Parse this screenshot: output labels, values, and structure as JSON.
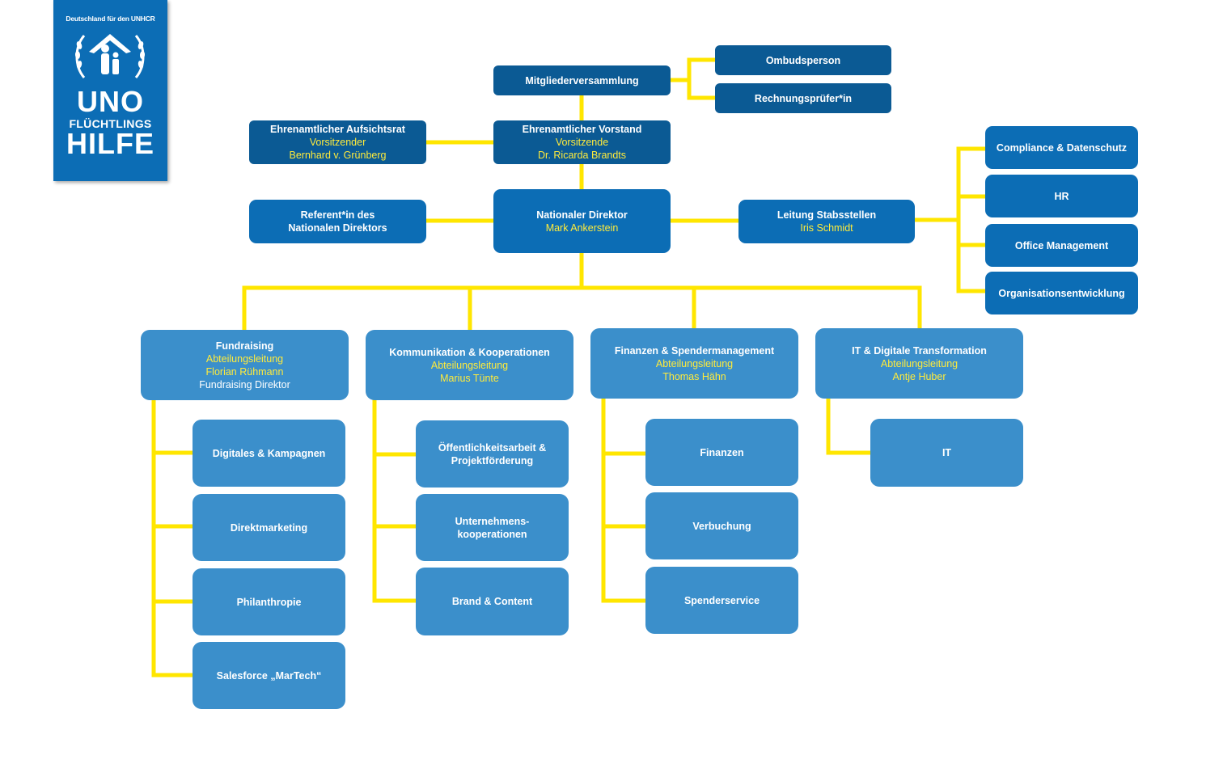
{
  "logo": {
    "tagline": "Deutschland für den UNHCR",
    "line1": "UNO",
    "line2": "FLÜCHTLINGS",
    "line3": "HILFE"
  },
  "colors": {
    "connector": "#FFE600",
    "dark_box": "#0B5A94",
    "mid_box": "#0C6DB5",
    "light_box": "#3B8FCB",
    "highlight_text": "#FFEB3B"
  },
  "governance": {
    "assembly": "Mitgliederversammlung",
    "ombuds": "Ombudsperson",
    "auditor": "Rechnungsprüfer*in",
    "board": {
      "title": "Ehrenamtlicher  Vorstand",
      "role": "Vorsitzende",
      "name": "Dr. Ricarda  Brandts"
    },
    "supervisory": {
      "title": "Ehrenamtlicher  Aufsichtsrat",
      "role": "Vorsitzender",
      "name": "Bernhard  v. Grünberg"
    }
  },
  "director": {
    "title": "Nationaler  Direktor",
    "name": "Mark Ankerstein"
  },
  "referent": {
    "line1": "Referent*in des",
    "line2": "Nationalen  Direktors"
  },
  "staff": {
    "head": {
      "title": "Leitung  Stabsstellen",
      "name": "Iris Schmidt"
    },
    "units": [
      "Compliance  & Datenschutz",
      "HR",
      "Office Management",
      "Organisationsentwicklung"
    ]
  },
  "departments": [
    {
      "title": "Fundraising",
      "role": "Abteilungsleitung",
      "name": "Florian  Rühmann",
      "extra": "Fundraising  Direktor",
      "units": [
        "Digitales & Kampagnen",
        "Direktmarketing",
        "Philanthropie",
        "Salesforce „MarTech“"
      ]
    },
    {
      "title": "Kommunikation  & Kooperationen",
      "role": "Abteilungsleitung",
      "name": "Marius  Tünte",
      "units": [
        {
          "line1": "Öffentlichkeitsarbeit  &",
          "line2": "Projektförderung"
        },
        {
          "line1": "Unternehmens-",
          "line2": "kooperationen"
        },
        {
          "line1": "Brand & Content",
          "line2": ""
        }
      ]
    },
    {
      "title": "Finanzen  & Spendermanagement",
      "role": "Abteilungsleitung",
      "name": "Thomas  Hähn",
      "units": [
        "Finanzen",
        "Verbuchung",
        "Spenderservice"
      ]
    },
    {
      "title": "IT & Digitale  Transformation",
      "role": "Abteilungsleitung",
      "name": "Antje Huber",
      "units": [
        "IT"
      ]
    }
  ]
}
